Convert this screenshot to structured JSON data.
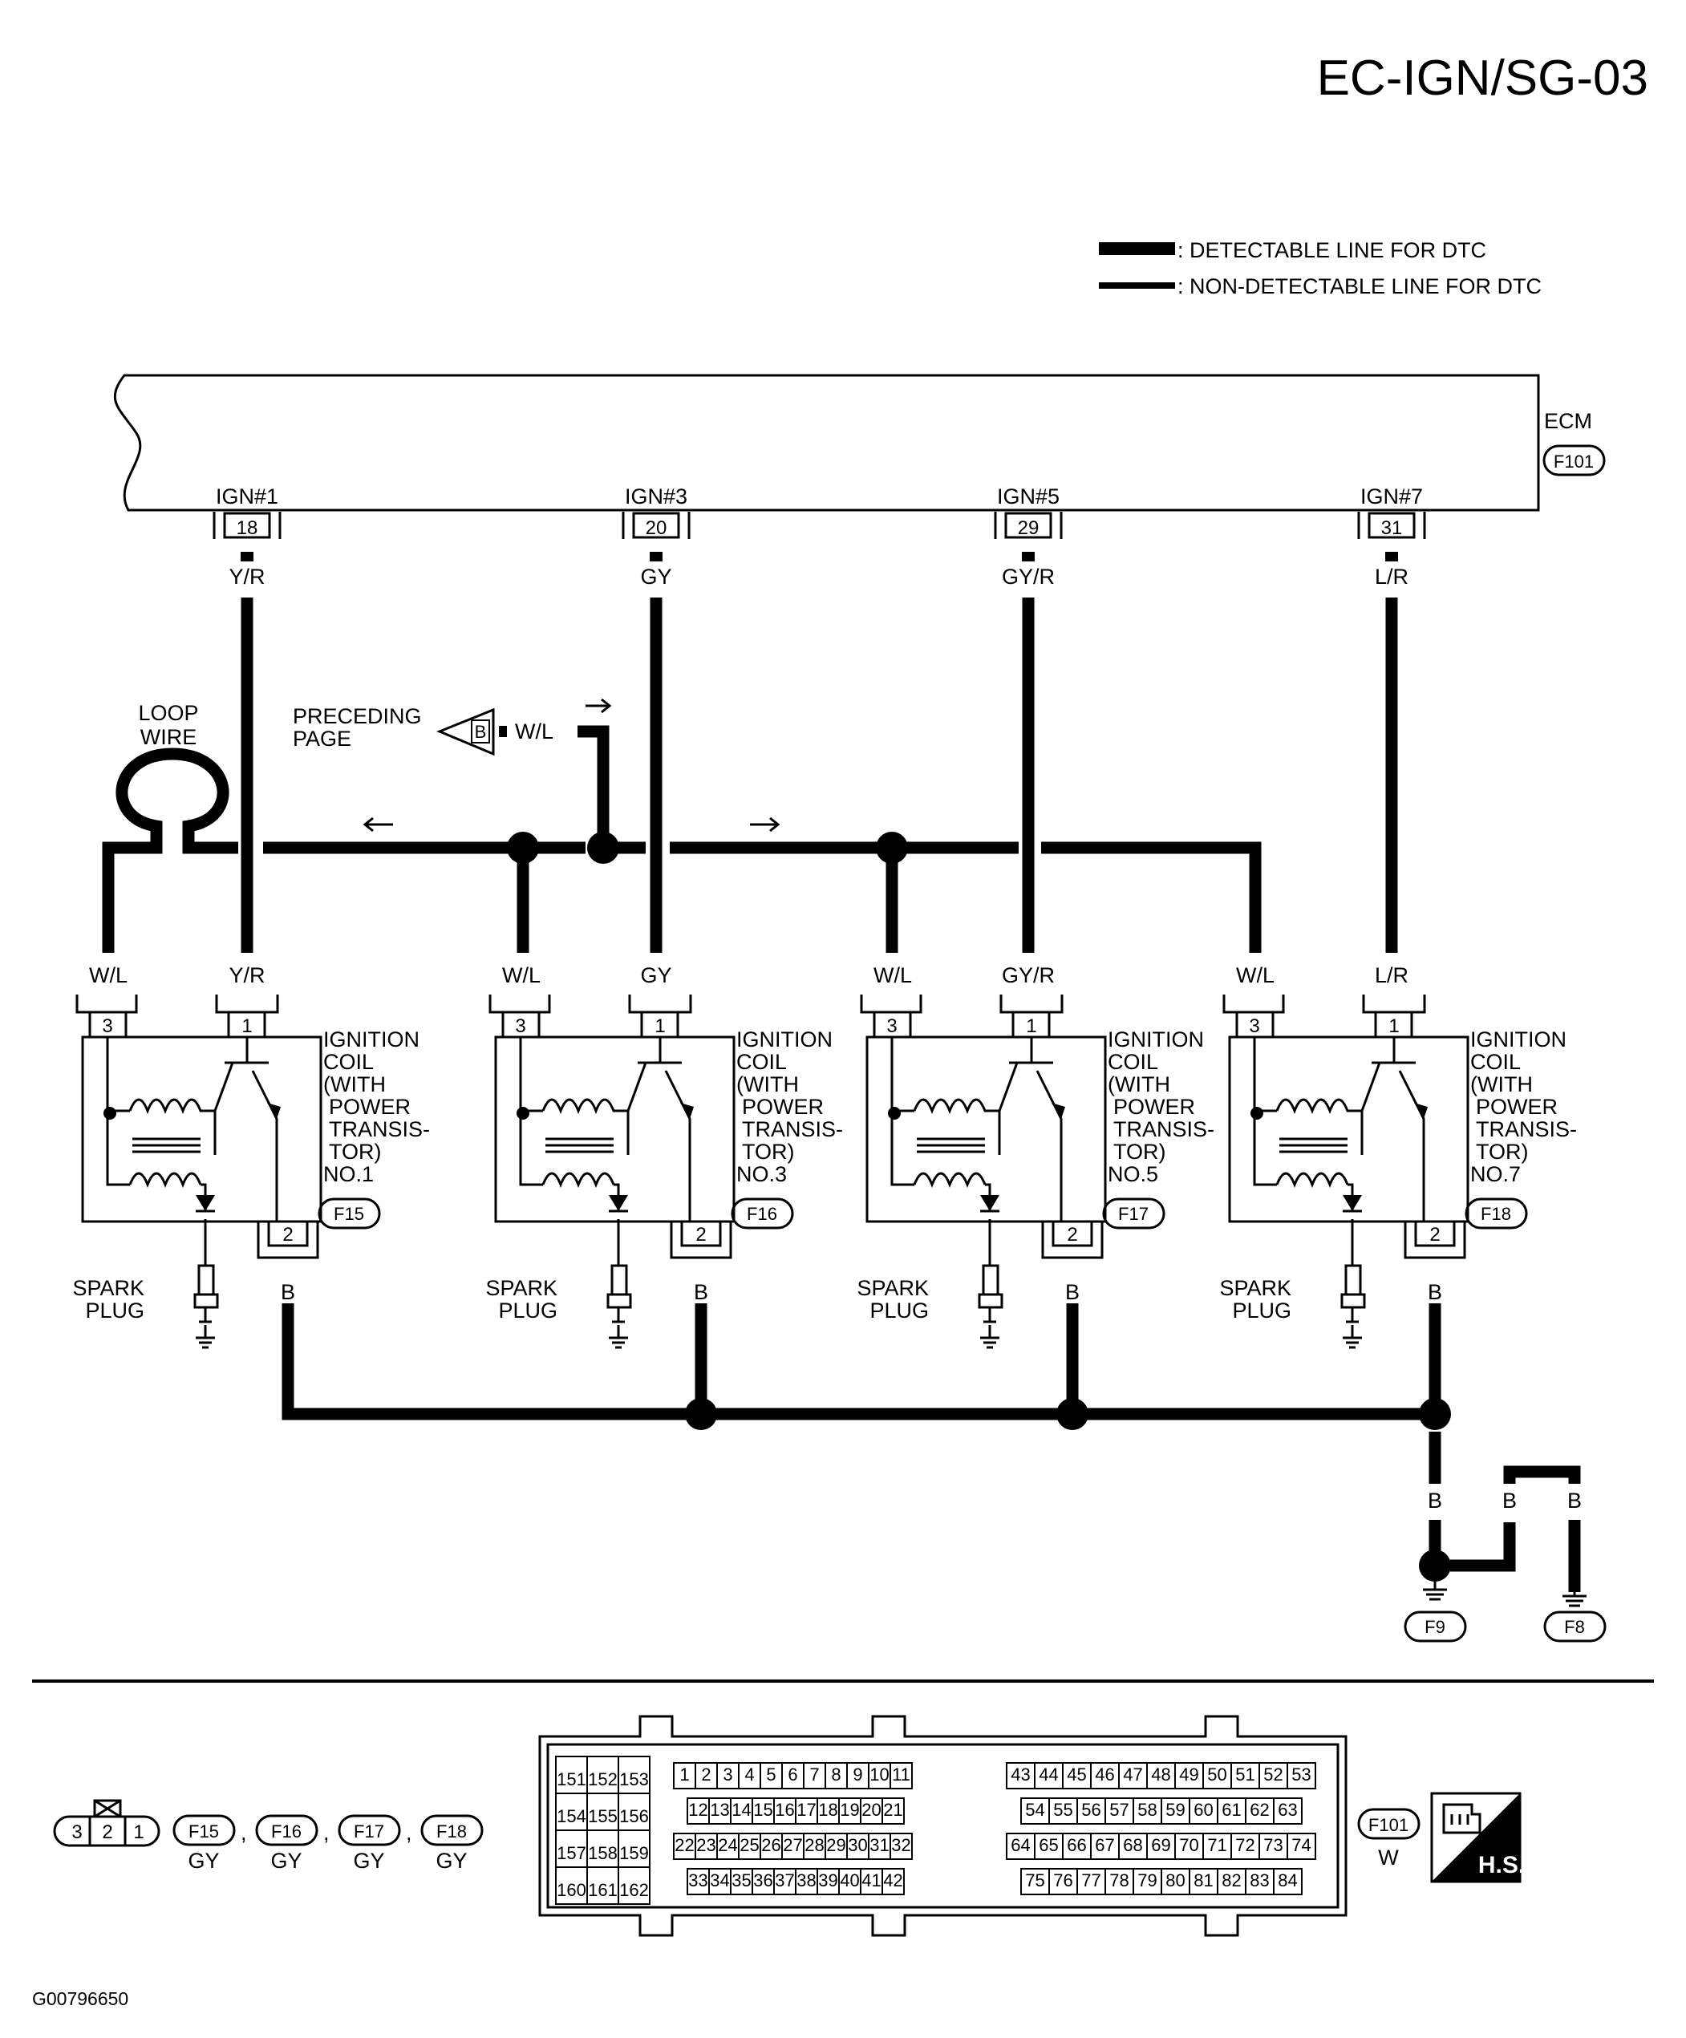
{
  "page_code": "EC-IGN/SG-03",
  "footer_code": "G00796650",
  "legend": [
    {
      "key": "detectable",
      "label": ": DETECTABLE LINE FOR DTC"
    },
    {
      "key": "non_detectable",
      "label": ": NON-DETECTABLE LINE FOR DTC"
    }
  ],
  "ecm": {
    "label": "ECM",
    "connector": "F101"
  },
  "ecm_pins": [
    {
      "signal": "IGN#1",
      "pin": "18",
      "wire": "Y/R"
    },
    {
      "signal": "IGN#3",
      "pin": "20",
      "wire": "GY"
    },
    {
      "signal": "IGN#5",
      "pin": "29",
      "wire": "GY/R"
    },
    {
      "signal": "IGN#7",
      "pin": "31",
      "wire": "L/R"
    }
  ],
  "loop_wire": [
    "LOOP",
    "WIRE"
  ],
  "preceding": {
    "lines": [
      "PRECEDING",
      "PAGE"
    ],
    "connector": "B",
    "wire": "W/L"
  },
  "coils": [
    {
      "pin3": "3",
      "pin1": "1",
      "pin2": "2",
      "wire_left": "W/L",
      "wire_right": "Y/R",
      "ground_wire": "B",
      "name_lines": [
        "IGNITION",
        "COIL",
        "(WITH",
        "POWER",
        "TRANSIS-",
        "TOR)",
        "NO.1"
      ],
      "connector": "F15"
    },
    {
      "pin3": "3",
      "pin1": "1",
      "pin2": "2",
      "wire_left": "W/L",
      "wire_right": "GY",
      "ground_wire": "B",
      "name_lines": [
        "IGNITION",
        "COIL",
        "(WITH",
        "POWER",
        "TRANSIS-",
        "TOR)",
        "NO.3"
      ],
      "connector": "F16"
    },
    {
      "pin3": "3",
      "pin1": "1",
      "pin2": "2",
      "wire_left": "W/L",
      "wire_right": "GY/R",
      "ground_wire": "B",
      "name_lines": [
        "IGNITION",
        "COIL",
        "(WITH",
        "POWER",
        "TRANSIS-",
        "TOR)",
        "NO.5"
      ],
      "connector": "F17"
    },
    {
      "pin3": "3",
      "pin1": "1",
      "pin2": "2",
      "wire_left": "W/L",
      "wire_right": "L/R",
      "ground_wire": "B",
      "name_lines": [
        "IGNITION",
        "COIL",
        "(WITH",
        "POWER",
        "TRANSIS-",
        "TOR)",
        "NO.7"
      ],
      "connector": "F18"
    }
  ],
  "spark_plug": [
    "SPARK",
    "PLUG"
  ],
  "ground": {
    "wire": "B",
    "points": [
      "F9",
      "F8"
    ]
  },
  "coil_connector_view": {
    "cavities": [
      "3",
      "2",
      "1"
    ],
    "connectors": [
      {
        "id": "F15",
        "color": "GY"
      },
      {
        "id": "F16",
        "color": "GY"
      },
      {
        "id": "F17",
        "color": "GY"
      },
      {
        "id": "F18",
        "color": "GY"
      }
    ]
  },
  "ecm_connector_view": {
    "id": "F101",
    "color": "W",
    "left_block": [
      [
        "151",
        "152",
        "153"
      ],
      [
        "154",
        "155",
        "156"
      ],
      [
        "157",
        "158",
        "159"
      ],
      [
        "160",
        "161",
        "162"
      ]
    ],
    "mid_block": [
      [
        "1",
        "2",
        "3",
        "4",
        "5",
        "6",
        "7",
        "8",
        "9",
        "10",
        "11"
      ],
      [
        "12",
        "13",
        "14",
        "15",
        "16",
        "17",
        "18",
        "19",
        "20",
        "21"
      ],
      [
        "22",
        "23",
        "24",
        "25",
        "26",
        "27",
        "28",
        "29",
        "30",
        "31",
        "32"
      ],
      [
        "33",
        "34",
        "35",
        "36",
        "37",
        "38",
        "39",
        "40",
        "41",
        "42"
      ]
    ],
    "right_block": [
      [
        "43",
        "44",
        "45",
        "46",
        "47",
        "48",
        "49",
        "50",
        "51",
        "52",
        "53"
      ],
      [
        "54",
        "55",
        "56",
        "57",
        "58",
        "59",
        "60",
        "61",
        "62",
        "63"
      ],
      [
        "64",
        "65",
        "66",
        "67",
        "68",
        "69",
        "70",
        "71",
        "72",
        "73",
        "74"
      ],
      [
        "75",
        "76",
        "77",
        "78",
        "79",
        "80",
        "81",
        "82",
        "83",
        "84"
      ]
    ]
  },
  "hs_badge": "H.S."
}
